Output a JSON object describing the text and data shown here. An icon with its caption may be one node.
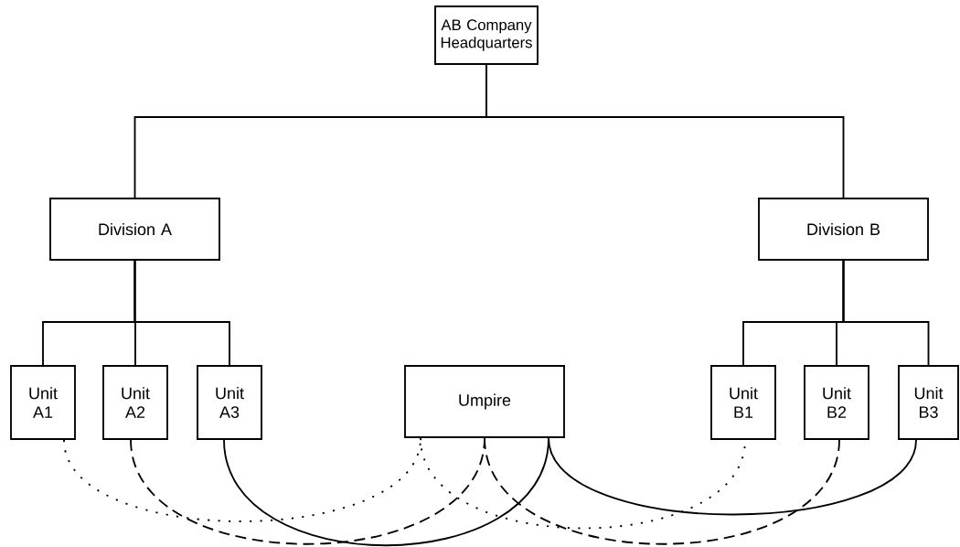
{
  "diagram": {
    "nodes": [
      {
        "text": [
          "AB Company Headquarters"
        ]
      },
      {
        "text": [
          "Division A"
        ]
      },
      {
        "text": [
          "Division B"
        ]
      },
      {
        "text": [
          "Unit A1"
        ]
      },
      {
        "text": [
          "Unit A2"
        ]
      },
      {
        "text": [
          "Unit A3"
        ]
      },
      {
        "text": [
          "Umpire"
        ]
      },
      {
        "text": [
          "Unit B1"
        ]
      },
      {
        "text": [
          "Unit B2"
        ]
      },
      {
        "text": [
          "Unit B3"
        ]
      }
    ],
    "edges": [
      {
        "from": 0,
        "to": 1,
        "arrow": "none"
      },
      {
        "from": 0,
        "to": 2,
        "arrow": "none"
      },
      {
        "from": 1,
        "to": 3,
        "arrow": "none"
      },
      {
        "from": 1,
        "to": 4,
        "arrow": "none"
      },
      {
        "from": 1,
        "to": 5,
        "arrow": "none"
      },
      {
        "from": 2,
        "to": 7,
        "arrow": "none"
      },
      {
        "from": 2,
        "to": 8,
        "arrow": "none"
      },
      {
        "from": 2,
        "to": 9,
        "arrow": "none"
      },
      {
        "from": 3,
        "to": 6,
        "arrow": "none",
        "style": "dashed"
      },
      {
        "from": 4,
        "to": 6,
        "arrow": "none",
        "style": "dashed"
      },
      {
        "from": 5,
        "to": 6,
        "arrow": "none"
      },
      {
        "from": 6,
        "to": 7,
        "arrow": "none",
        "style": "dashed"
      },
      {
        "from": 6,
        "to": 8,
        "arrow": "none",
        "style": "dashed"
      },
      {
        "from": 6,
        "to": 9,
        "arrow": "none"
      }
    ]
  }
}
